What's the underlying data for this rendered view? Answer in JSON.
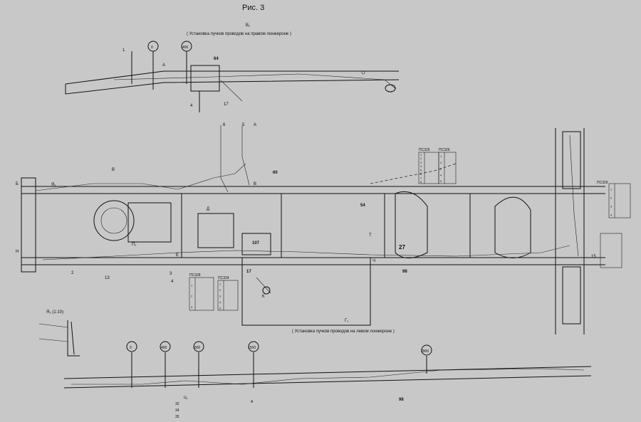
{
  "figure": {
    "title": "Рис. 3",
    "view_b_label": "В₁",
    "view_b_caption": "( Установка пучков проводов на правом лонжероне )",
    "view_g_label": "Г₁",
    "view_g_caption": "( Установка пучков проводов на левом лонжероне )"
  },
  "stations_top": [
    "0",
    "400"
  ],
  "stations_bottom": [
    "0",
    "400",
    "800",
    "1500",
    "2900"
  ],
  "callouts_top": [
    "1",
    "64",
    "17",
    "4",
    "А"
  ],
  "callouts_mid": [
    "6",
    "5",
    "А",
    "В",
    "60",
    "107",
    "27",
    "17",
    "2",
    "3",
    "4",
    "13",
    "54",
    "98",
    "15",
    "Я₁",
    "П₁",
    "Е",
    "Д",
    "К",
    "Т",
    "Ч",
    "В",
    "Б",
    "Н"
  ],
  "callouts_bottom": [
    "32",
    "34",
    "35",
    "98",
    "Ц₁",
    "А"
  ],
  "view_ya_label": "Я₂ (1:10)",
  "plugs": [
    {
      "name": "ПС325",
      "rows": [
        "1",
        "2",
        "3",
        "4",
        "5",
        "6",
        "7",
        "8"
      ]
    },
    {
      "name": "ПС326",
      "rows": [
        "1",
        "2",
        "3",
        "4",
        "5"
      ]
    },
    {
      "name": "ПС324",
      "rows": [
        "1",
        "2",
        "3",
        "4",
        "5"
      ]
    },
    {
      "name": "ПС328",
      "rows": [
        "1",
        "2",
        "3"
      ]
    },
    {
      "name": "ПС329",
      "rows": [
        "1",
        "2",
        "3",
        "4"
      ]
    }
  ]
}
